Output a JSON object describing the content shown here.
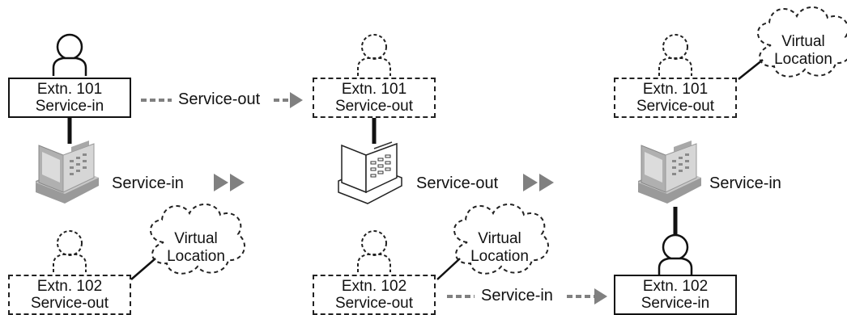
{
  "column_1": {
    "top_extension": {
      "number": "Extn. 101",
      "status": "Service-in"
    },
    "phone_status": "Service-in",
    "bottom_extension": {
      "number": "Extn. 102",
      "status": "Service-out"
    },
    "cloud": {
      "line1": "Virtual",
      "line2": "Location"
    }
  },
  "transition_101": "Service-out",
  "column_2": {
    "top_extension": {
      "number": "Extn. 101",
      "status": "Service-out"
    },
    "phone_status": "Service-out",
    "bottom_extension": {
      "number": "Extn. 102",
      "status": "Service-out"
    },
    "cloud": {
      "line1": "Virtual",
      "line2": "Location"
    }
  },
  "transition_102": "Service-in",
  "column_3": {
    "top_extension": {
      "number": "Extn. 101",
      "status": "Service-out"
    },
    "cloud": {
      "line1": "Virtual",
      "line2": "Location"
    },
    "phone_status": "Service-in",
    "bottom_extension": {
      "number": "Extn. 102",
      "status": "Service-in"
    }
  },
  "colors": {
    "arrow": "#808080",
    "line": "#111111",
    "phone_body": "#b4b4b4"
  }
}
